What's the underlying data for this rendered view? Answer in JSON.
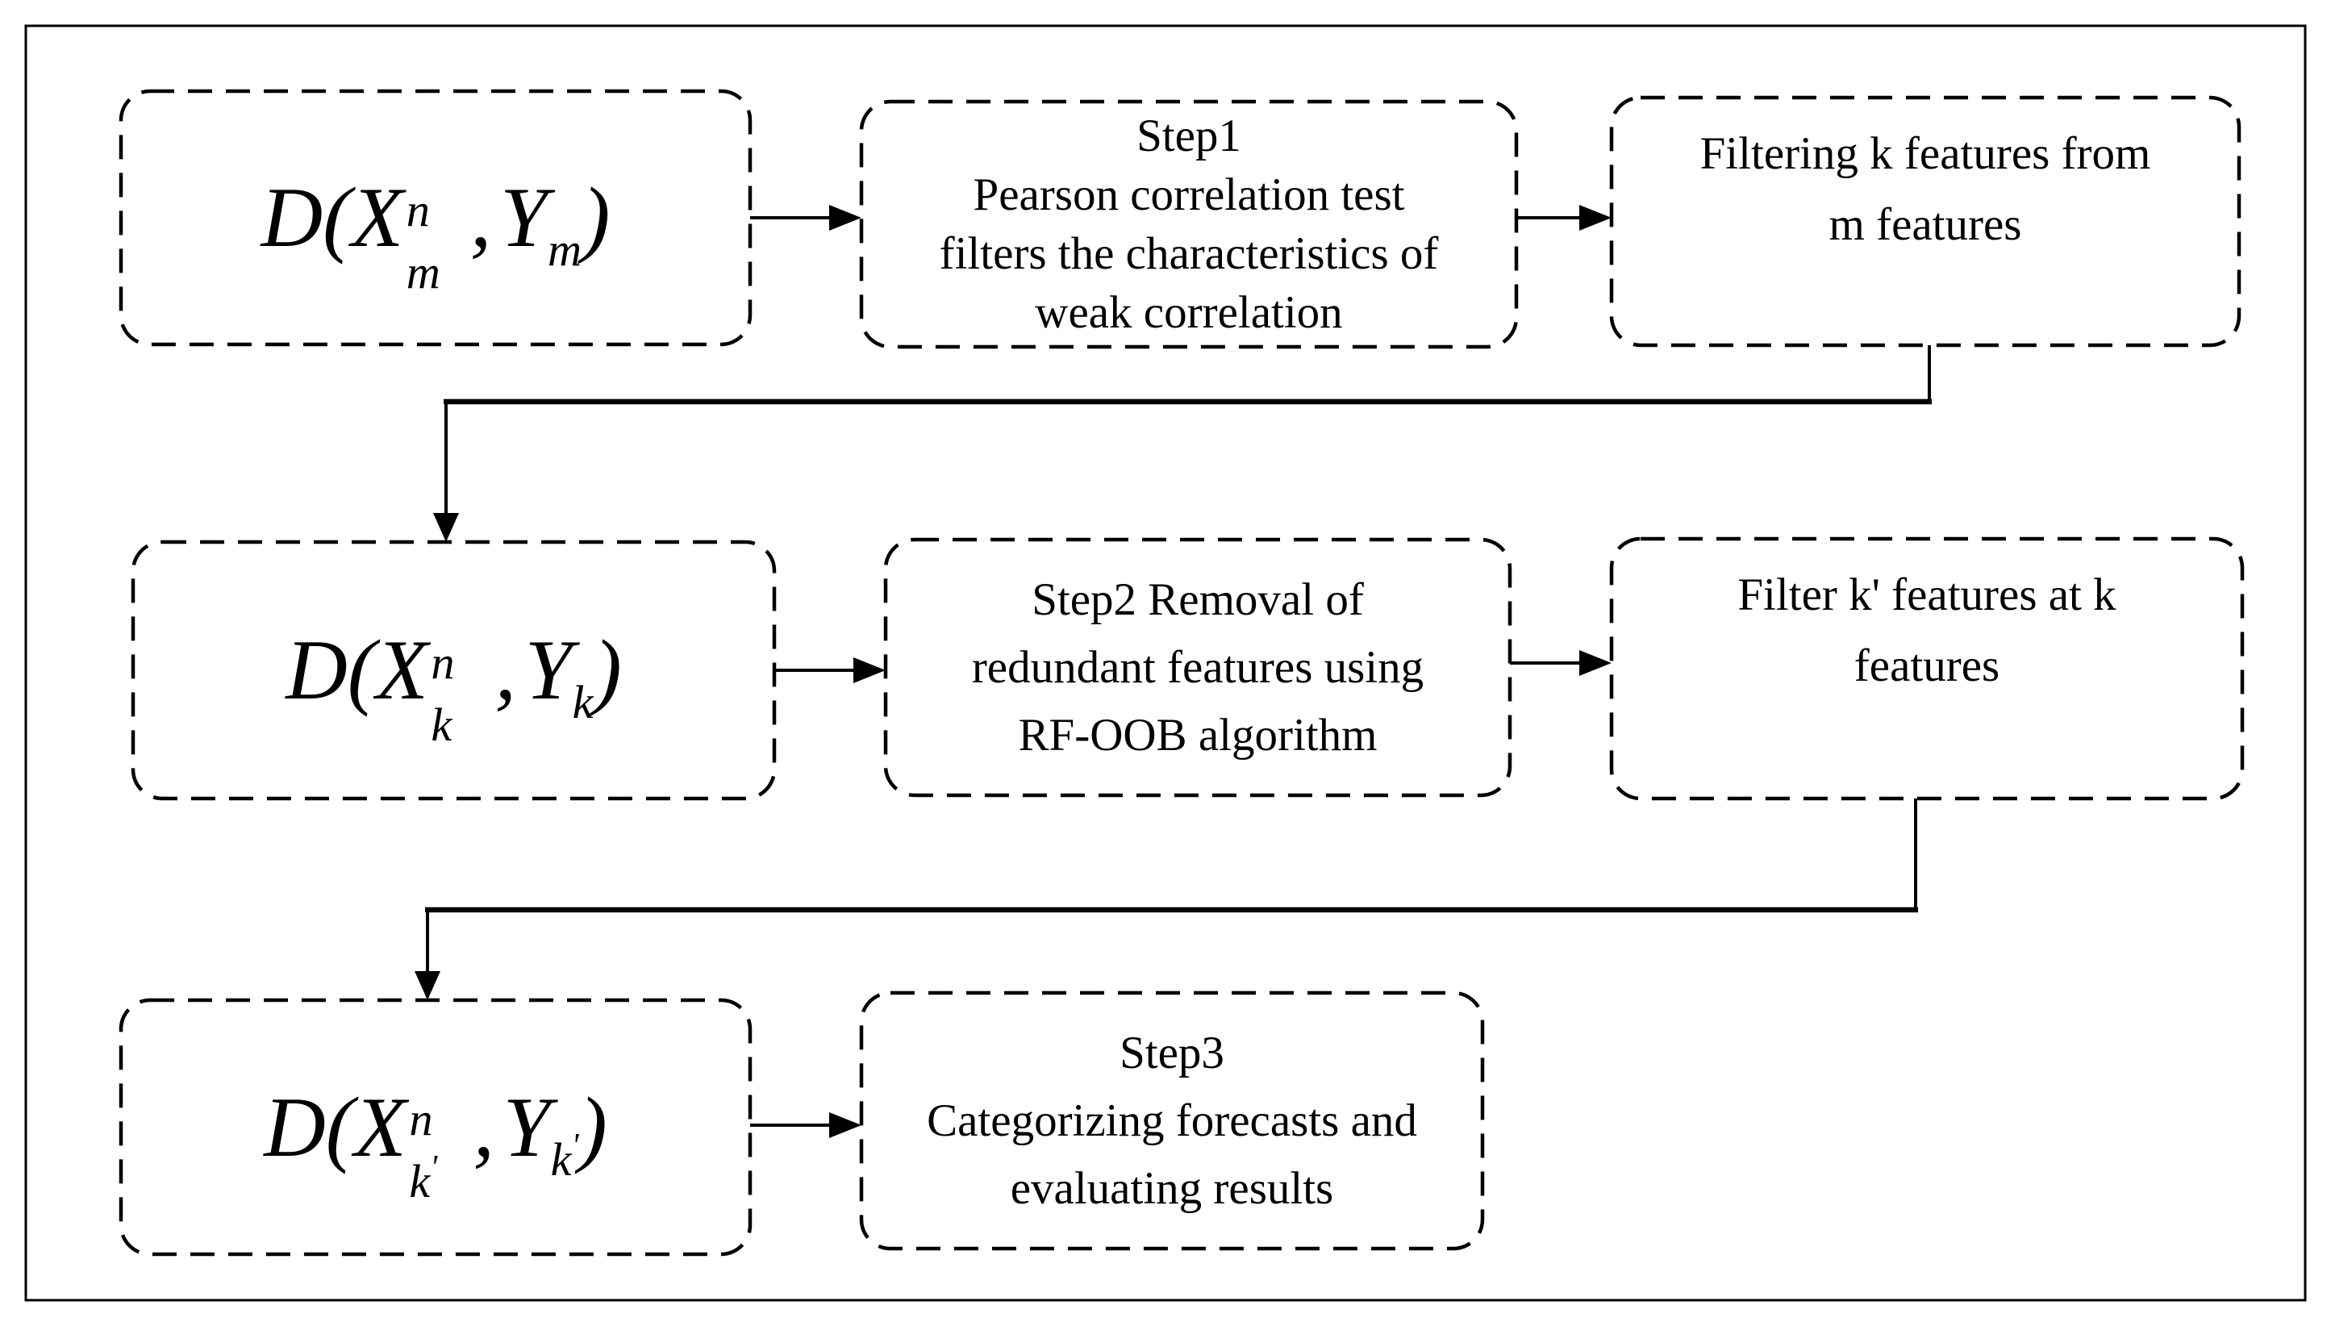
{
  "colors": {
    "ink": "#000000",
    "background": "#ffffff"
  },
  "boxes": {
    "dataset_m": {
      "pre": "D(X",
      "sup": "n",
      "sub": "m",
      "comma": ",",
      "y": "Y",
      "sub2": "m",
      "post": ")"
    },
    "step1": {
      "lines": [
        "Step1",
        "Pearson correlation test",
        "filters the characteristics of",
        "weak correlation"
      ]
    },
    "filter_k": {
      "lines": [
        "Filtering k features from",
        "m features"
      ]
    },
    "dataset_k": {
      "pre": "D(X",
      "sup": "n",
      "sub": "k",
      "comma": ",",
      "y": "Y",
      "sub2": "k",
      "post": ")"
    },
    "step2": {
      "lines": [
        "Step2 Removal of",
        "redundant features using",
        "RF-OOB algorithm"
      ]
    },
    "filter_k_prime": {
      "lines": [
        "Filter k' features at k",
        "features"
      ]
    },
    "dataset_k_prime": {
      "pre": "D(X",
      "sup": "n",
      "sub": "k",
      "prime": "'",
      "comma": ",",
      "y": "Y",
      "sub2": "k",
      "prime2": "'",
      "post": ")"
    },
    "step3": {
      "lines": [
        "Step3",
        "Categorizing forecasts and",
        "evaluating results"
      ]
    }
  }
}
